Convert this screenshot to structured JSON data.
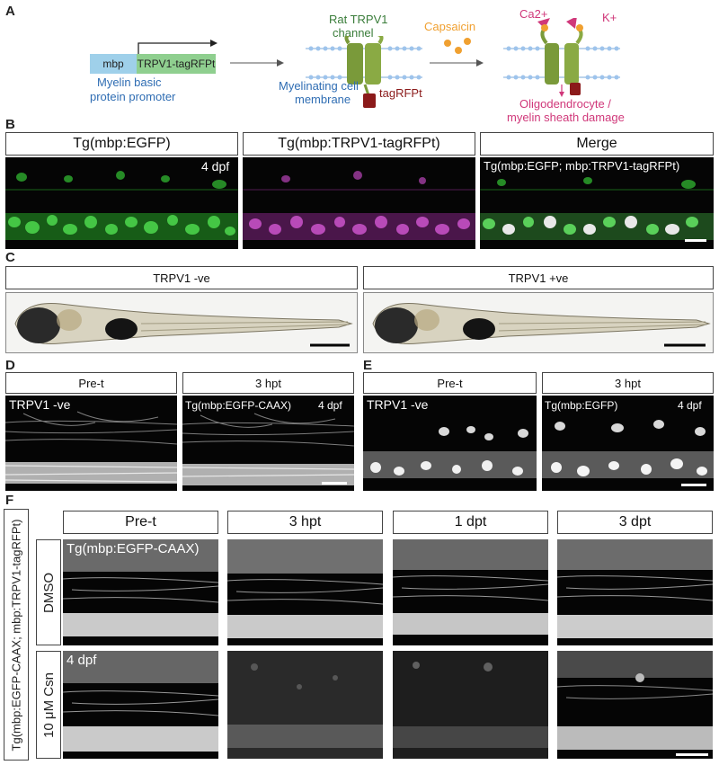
{
  "panel_letters": [
    "A",
    "B",
    "C",
    "D",
    "E",
    "F"
  ],
  "panelA": {
    "promoter_box": "mbp",
    "transgene_box": "TRPV1-tagRFPt",
    "promoter_caption": [
      "Myelin basic",
      "protein promoter"
    ],
    "channel_label": [
      "Rat TRPV1",
      "channel"
    ],
    "membrane_label": [
      "Myelinating cell",
      "membrane"
    ],
    "tag_label": "tagRFPt",
    "agonist_label": "Capsaicin",
    "ion_ca": "Ca2+",
    "ion_k": "K+",
    "outcome": [
      "Oligodendrocyte /",
      "myelin sheath damage"
    ],
    "colors": {
      "promoter": "#9fd0ea",
      "transgene": "#8fcf8f",
      "blue_text": "#2f6db3",
      "green_text": "#3a7d3a",
      "red_text": "#8b1a1a",
      "orange": "#f0a030",
      "pink": "#d0387a",
      "channel": "#7a9a3a"
    }
  },
  "panelB": {
    "headers": [
      "Tg(mbp:EGFP)",
      "Tg(mbp:TRPV1-tagRFPt)",
      "Merge"
    ],
    "age": "4 dpf",
    "merge_overlay": "Tg(mbp:EGFP; mbp:TRPV1-tagRFPt)"
  },
  "panelC": {
    "headers": [
      "TRPV1 -ve",
      "TRPV1 +ve"
    ]
  },
  "panelD": {
    "headers": [
      "Pre-t",
      "3 hpt"
    ],
    "left_overlay": "TRPV1 -ve",
    "right_overlay": "Tg(mbp:EGFP-CAAX)",
    "age": "4 dpf"
  },
  "panelE": {
    "headers": [
      "Pre-t",
      "3 hpt"
    ],
    "left_overlay": "TRPV1 -ve",
    "right_overlay": "Tg(mbp:EGFP)",
    "age": "4 dpf"
  },
  "panelF": {
    "headers": [
      "Pre-t",
      "3 hpt",
      "1 dpt",
      "3 dpt"
    ],
    "genotype": "Tg(mbp:EGFP-CAAX; mbp:TRPV1-tagRFPt)",
    "rows": [
      "DMSO",
      "10 μM Csn"
    ],
    "overlay_top": "Tg(mbp:EGFP-CAAX)",
    "overlay_bottom": "4 dpf"
  }
}
